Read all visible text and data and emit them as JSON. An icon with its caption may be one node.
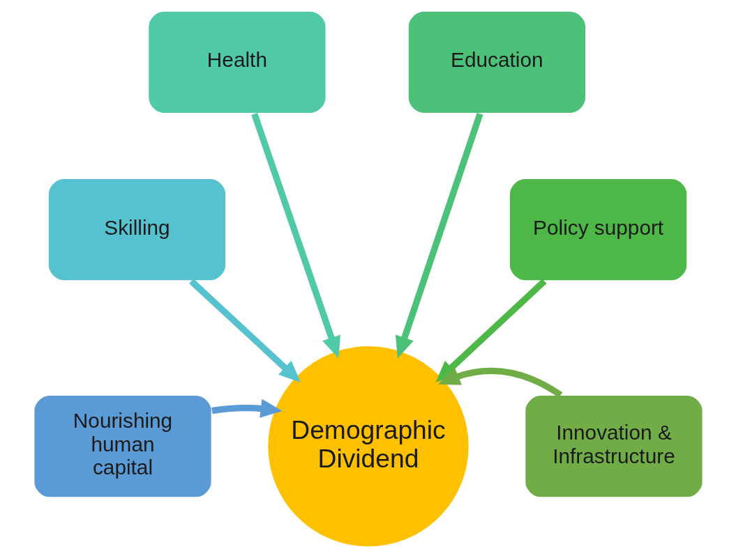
{
  "diagram": {
    "nodes": [
      {
        "text": [
          "Health"
        ]
      },
      {
        "text": [
          "Education"
        ]
      },
      {
        "text": [
          "Skilling"
        ]
      },
      {
        "text": [
          "Policy support"
        ]
      },
      {
        "text": [
          "Nourishing human capital"
        ]
      },
      {
        "text": [
          "Demographic Dividend"
        ]
      },
      {
        "text": [
          "Innovation & Infrastructure"
        ]
      }
    ],
    "edges": [
      {
        "from": 0,
        "to": 5,
        "arrow": "to",
        "color": "#4fc9a6"
      },
      {
        "from": 1,
        "to": 5,
        "arrow": "to",
        "color": "#4cc17a"
      },
      {
        "from": 2,
        "to": 5,
        "arrow": "to",
        "color": "#56c1cf"
      },
      {
        "from": 3,
        "to": 5,
        "arrow": "to",
        "color": "#4db848"
      },
      {
        "from": 4,
        "to": 5,
        "arrow": "to",
        "color": "#5b9bd5"
      },
      {
        "from": 6,
        "to": 5,
        "arrow": "to",
        "color": "#70ad47"
      }
    ]
  }
}
